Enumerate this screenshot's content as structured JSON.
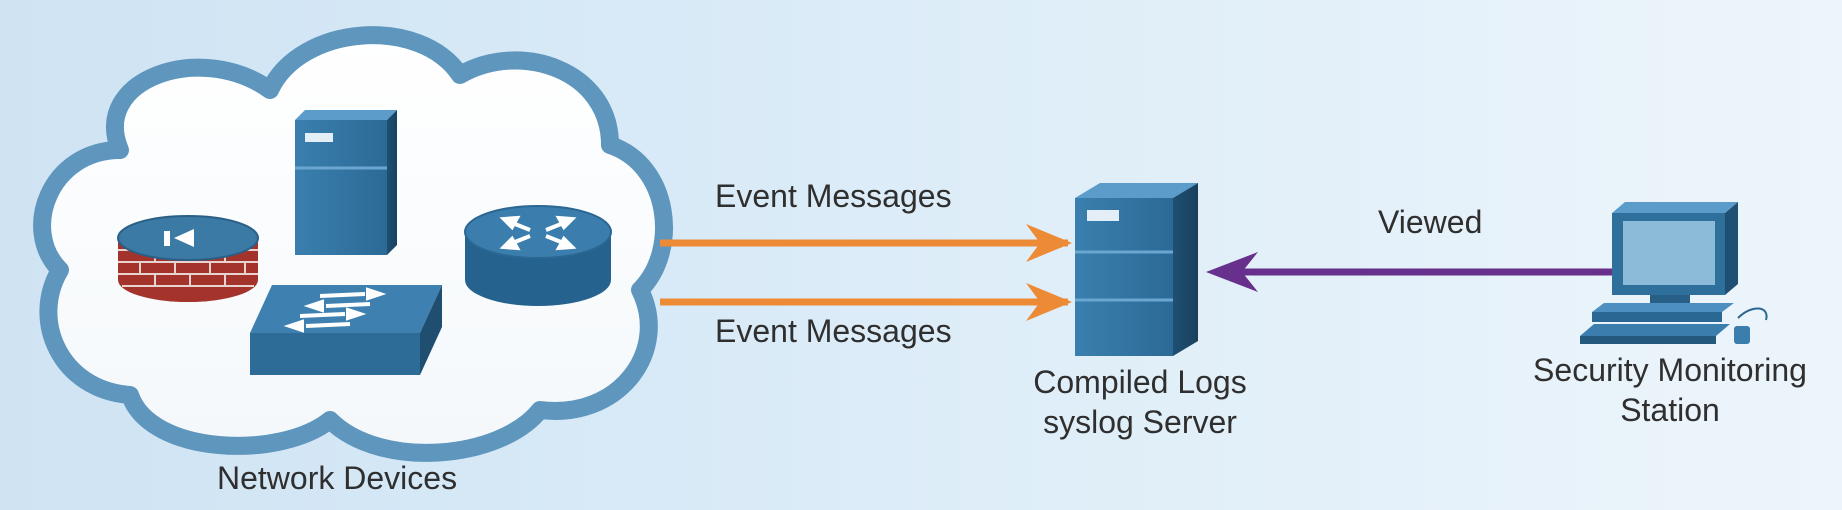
{
  "labels": {
    "network_devices": "Network Devices",
    "event_messages_1": "Event Messages",
    "event_messages_2": "Event Messages",
    "syslog_line1": "Compiled Logs",
    "syslog_line2": "syslog Server",
    "viewed": "Viewed",
    "station_line1": "Security Monitoring",
    "station_line2": "Station"
  },
  "colors": {
    "event_arrow": "#ec8a36",
    "viewed_arrow": "#66308c",
    "device_blue": "#2f6f9c",
    "cloud_outline": "#5e96bd",
    "firewall_brick": "#a3332b"
  },
  "icons": [
    "firewall-icon",
    "server-icon",
    "switch-icon",
    "router-icon",
    "syslog-server-icon",
    "workstation-icon"
  ]
}
